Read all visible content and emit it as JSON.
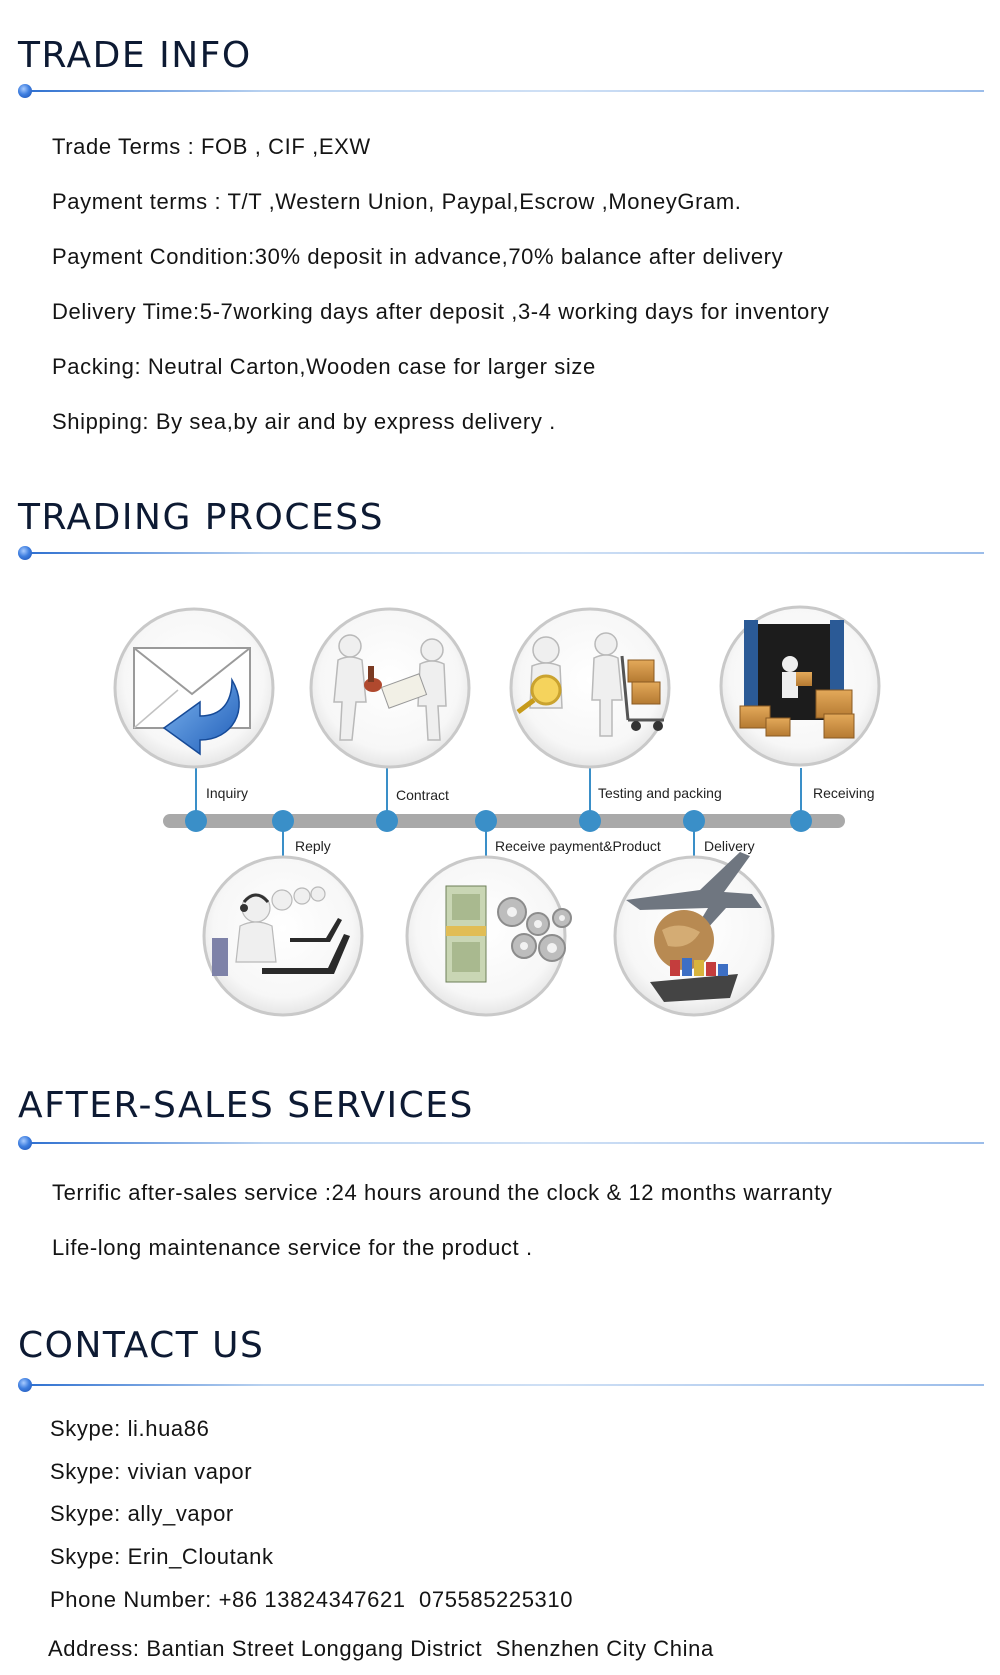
{
  "trade_info": {
    "title": "TRADE INFO",
    "items": [
      "Trade Terms : FOB , CIF ,EXW",
      "Payment terms : T/T ,Western Union, Paypal,Escrow ,MoneyGram.",
      "Payment Condition:30% deposit in advance,70% balance after delivery",
      "Delivery Time:5-7working days after deposit ,3-4 working days for inventory",
      "Packing: Neutral Carton,Wooden case for larger size",
      "Shipping: By sea,by air and by express delivery ."
    ]
  },
  "trading_process": {
    "title": "TRADING PROCESS",
    "steps": [
      {
        "label": "Inquiry",
        "icon": "envelope-arrow-icon"
      },
      {
        "label": "Reply",
        "icon": "support-agents-icon"
      },
      {
        "label": "Contract",
        "icon": "handshake-stamp-icon"
      },
      {
        "label": "Receive payment&Product",
        "icon": "money-gears-icon"
      },
      {
        "label": "Testing and packing",
        "icon": "magnifier-trolley-icon"
      },
      {
        "label": "Delivery",
        "icon": "plane-globe-ship-icon"
      },
      {
        "label": "Receiving",
        "icon": "container-boxes-icon"
      }
    ]
  },
  "after_sales": {
    "title": "AFTER-SALES SERVICES",
    "items": [
      "Terrific after-sales service :24 hours around the clock & 12 months warranty",
      "Life-long maintenance service for the product ."
    ]
  },
  "contact": {
    "title": "CONTACT US",
    "skype": [
      "Skype: li.hua86",
      "Skype: vivian vapor",
      "Skype: ally_vapor",
      "Skype: Erin_Cloutank"
    ],
    "phone": "Phone Number: +86 13824347621  075585225310",
    "address": "Address: Bantian Street Longgang District  Shenzhen City China"
  },
  "colors": {
    "accent": "#2d6fd0",
    "timeline": "#a7a7a7",
    "node": "#3a8fc8",
    "heading": "#0d1a33"
  }
}
